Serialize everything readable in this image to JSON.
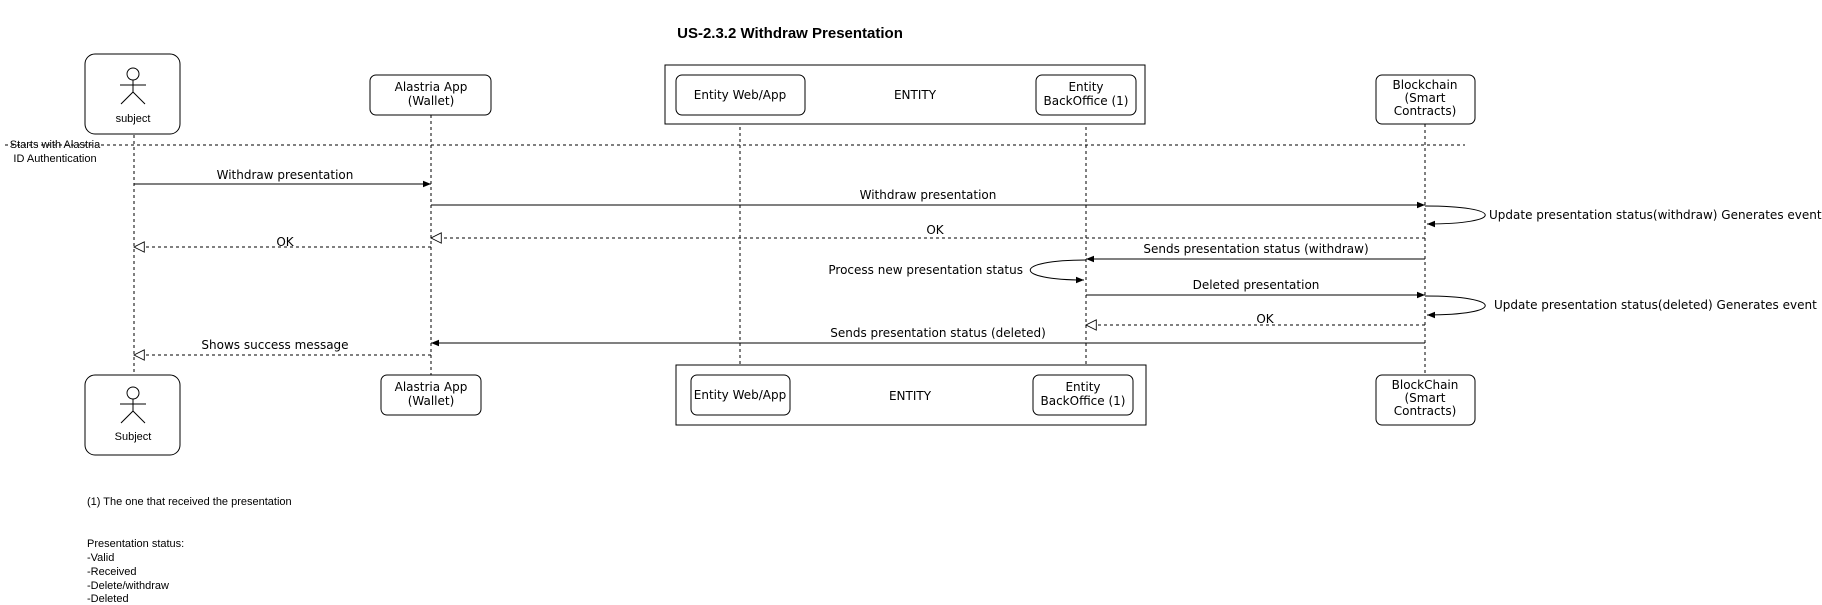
{
  "title": "US-2.3.2 Withdraw Presentation",
  "actors": {
    "subject_top": "subject",
    "subject_bottom": "Subject"
  },
  "participants": {
    "wallet_top": [
      "Alastria App",
      "(Wallet)"
    ],
    "wallet_bottom": [
      "Alastria App",
      "(Wallet)"
    ],
    "entity_group_top": "ENTITY",
    "entity_group_bottom": "ENTITY",
    "entity_web_top": "Entity Web/App",
    "entity_web_bottom": "Entity Web/App",
    "backoffice_top": [
      "Entity",
      "BackOffice (1)"
    ],
    "backoffice_bottom": [
      "Entity",
      "BackOffice (1)"
    ],
    "blockchain_top": [
      "Blockchain",
      "(Smart",
      "Contracts)"
    ],
    "blockchain_bottom": [
      "BlockChain",
      "(Smart",
      "Contracts)"
    ]
  },
  "fragment_label": [
    "Starts with Alastria",
    "ID Authentication"
  ],
  "messages": {
    "m1": "Withdraw presentation",
    "m2": "Withdraw presentation",
    "m3_self": "Update presentation status(withdraw) Generates event",
    "m4": "OK",
    "m5": "OK",
    "m6": "Sends presentation status (withdraw)",
    "m7_self": "Process new presentation status",
    "m8": "Deleted presentation",
    "m9_self": "Update presentation status(deleted) Generates event",
    "m10": "OK",
    "m11": "Sends presentation status (deleted)",
    "m12": "Shows success message"
  },
  "notes": {
    "footnote": "(1) The one that received  the presentation",
    "status_title": "Presentation status:",
    "status_items": [
      "-Valid",
      "-Received",
      "-Delete/withdraw",
      "-Deleted"
    ]
  }
}
